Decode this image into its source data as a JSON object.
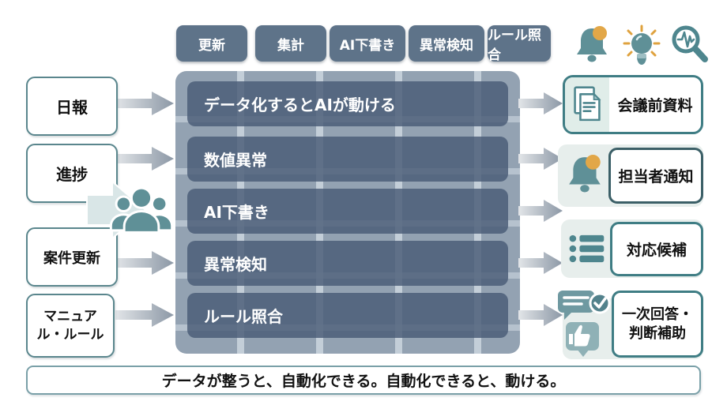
{
  "diagram": {
    "tabs": [
      "更新",
      "集計",
      "AI下書き",
      "異常検知",
      "ルール照合"
    ],
    "header_icons": [
      "notification-bell-icon",
      "idea-lightbulb-icon",
      "signal-magnifier-icon"
    ],
    "inputs": [
      "日報",
      "進捗",
      "案件更新",
      "マニュアル・ルール"
    ],
    "process_rows": [
      "データ化するとAIが動ける",
      "数値異常",
      "AI下書き",
      "異常検知",
      "ルール照合"
    ],
    "outputs": [
      "会議前資料",
      "担当者通知",
      "対応候補",
      "一次回答・判断補助"
    ],
    "banner": "データが整うと、自動化できる。自動化できると、動ける。",
    "colors": {
      "slate": "#5e7389",
      "panel_bg": "#93a2b2",
      "row_bg": "#4d5f7a",
      "teal": "#5f9097",
      "teal_dark": "#4e868e",
      "orange": "#e2a748",
      "mint": "#e7eeec",
      "border_teal": "#3f7d84",
      "arrow_light": "#dfe3e6",
      "arrow_dark": "#8f9ba8"
    }
  }
}
